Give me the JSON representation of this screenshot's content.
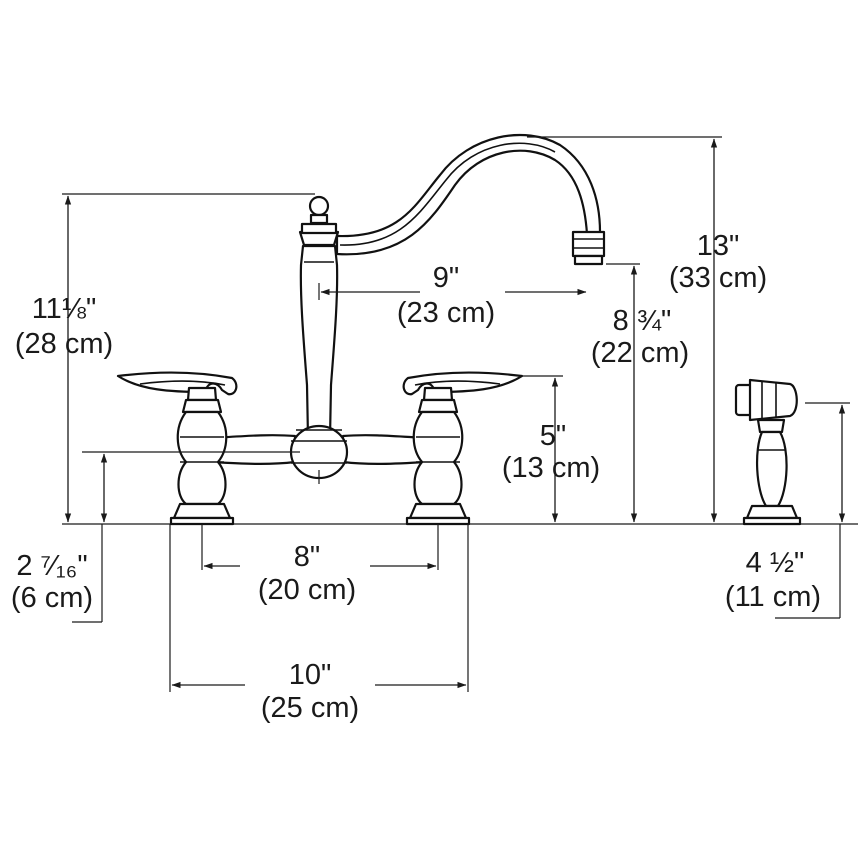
{
  "dimensions": {
    "overall_height": {
      "inches": "13\"",
      "metric": "(33 cm)"
    },
    "spout_reach": {
      "inches": "9\"",
      "metric": "(23 cm)"
    },
    "spout_height": {
      "inches": "8 ¾\"",
      "metric": "(22 cm)"
    },
    "faucet_height": {
      "inches": "11⅛\"",
      "metric": "(28 cm)"
    },
    "handle_height": {
      "inches": "5\"",
      "metric": "(13 cm)"
    },
    "bridge_height": {
      "inches": "2 ⁷⁄₁₆\"",
      "metric": "(6 cm)"
    },
    "center_spacing": {
      "inches": "8\"",
      "metric": "(20 cm)"
    },
    "overall_width": {
      "inches": "10\"",
      "metric": "(25 cm)"
    },
    "sprayer_height": {
      "inches": "4 ½\"",
      "metric": "(11 cm)"
    }
  }
}
